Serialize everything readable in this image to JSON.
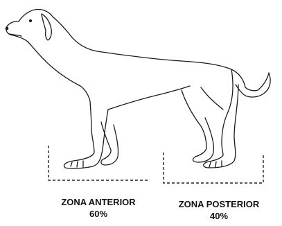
{
  "colors": {
    "outline": "#1a1a1a",
    "bracket": "#222222",
    "text": "#111111",
    "background": "#ffffff"
  },
  "illustration": {
    "subject": "dog-silhouette-side-view",
    "icon": "dog-icon"
  },
  "zones": {
    "front": {
      "label": "ZONA ANTERIOR",
      "percent": "60%"
    },
    "rear": {
      "label": "ZONA POSTERIOR",
      "percent": "40%"
    }
  }
}
